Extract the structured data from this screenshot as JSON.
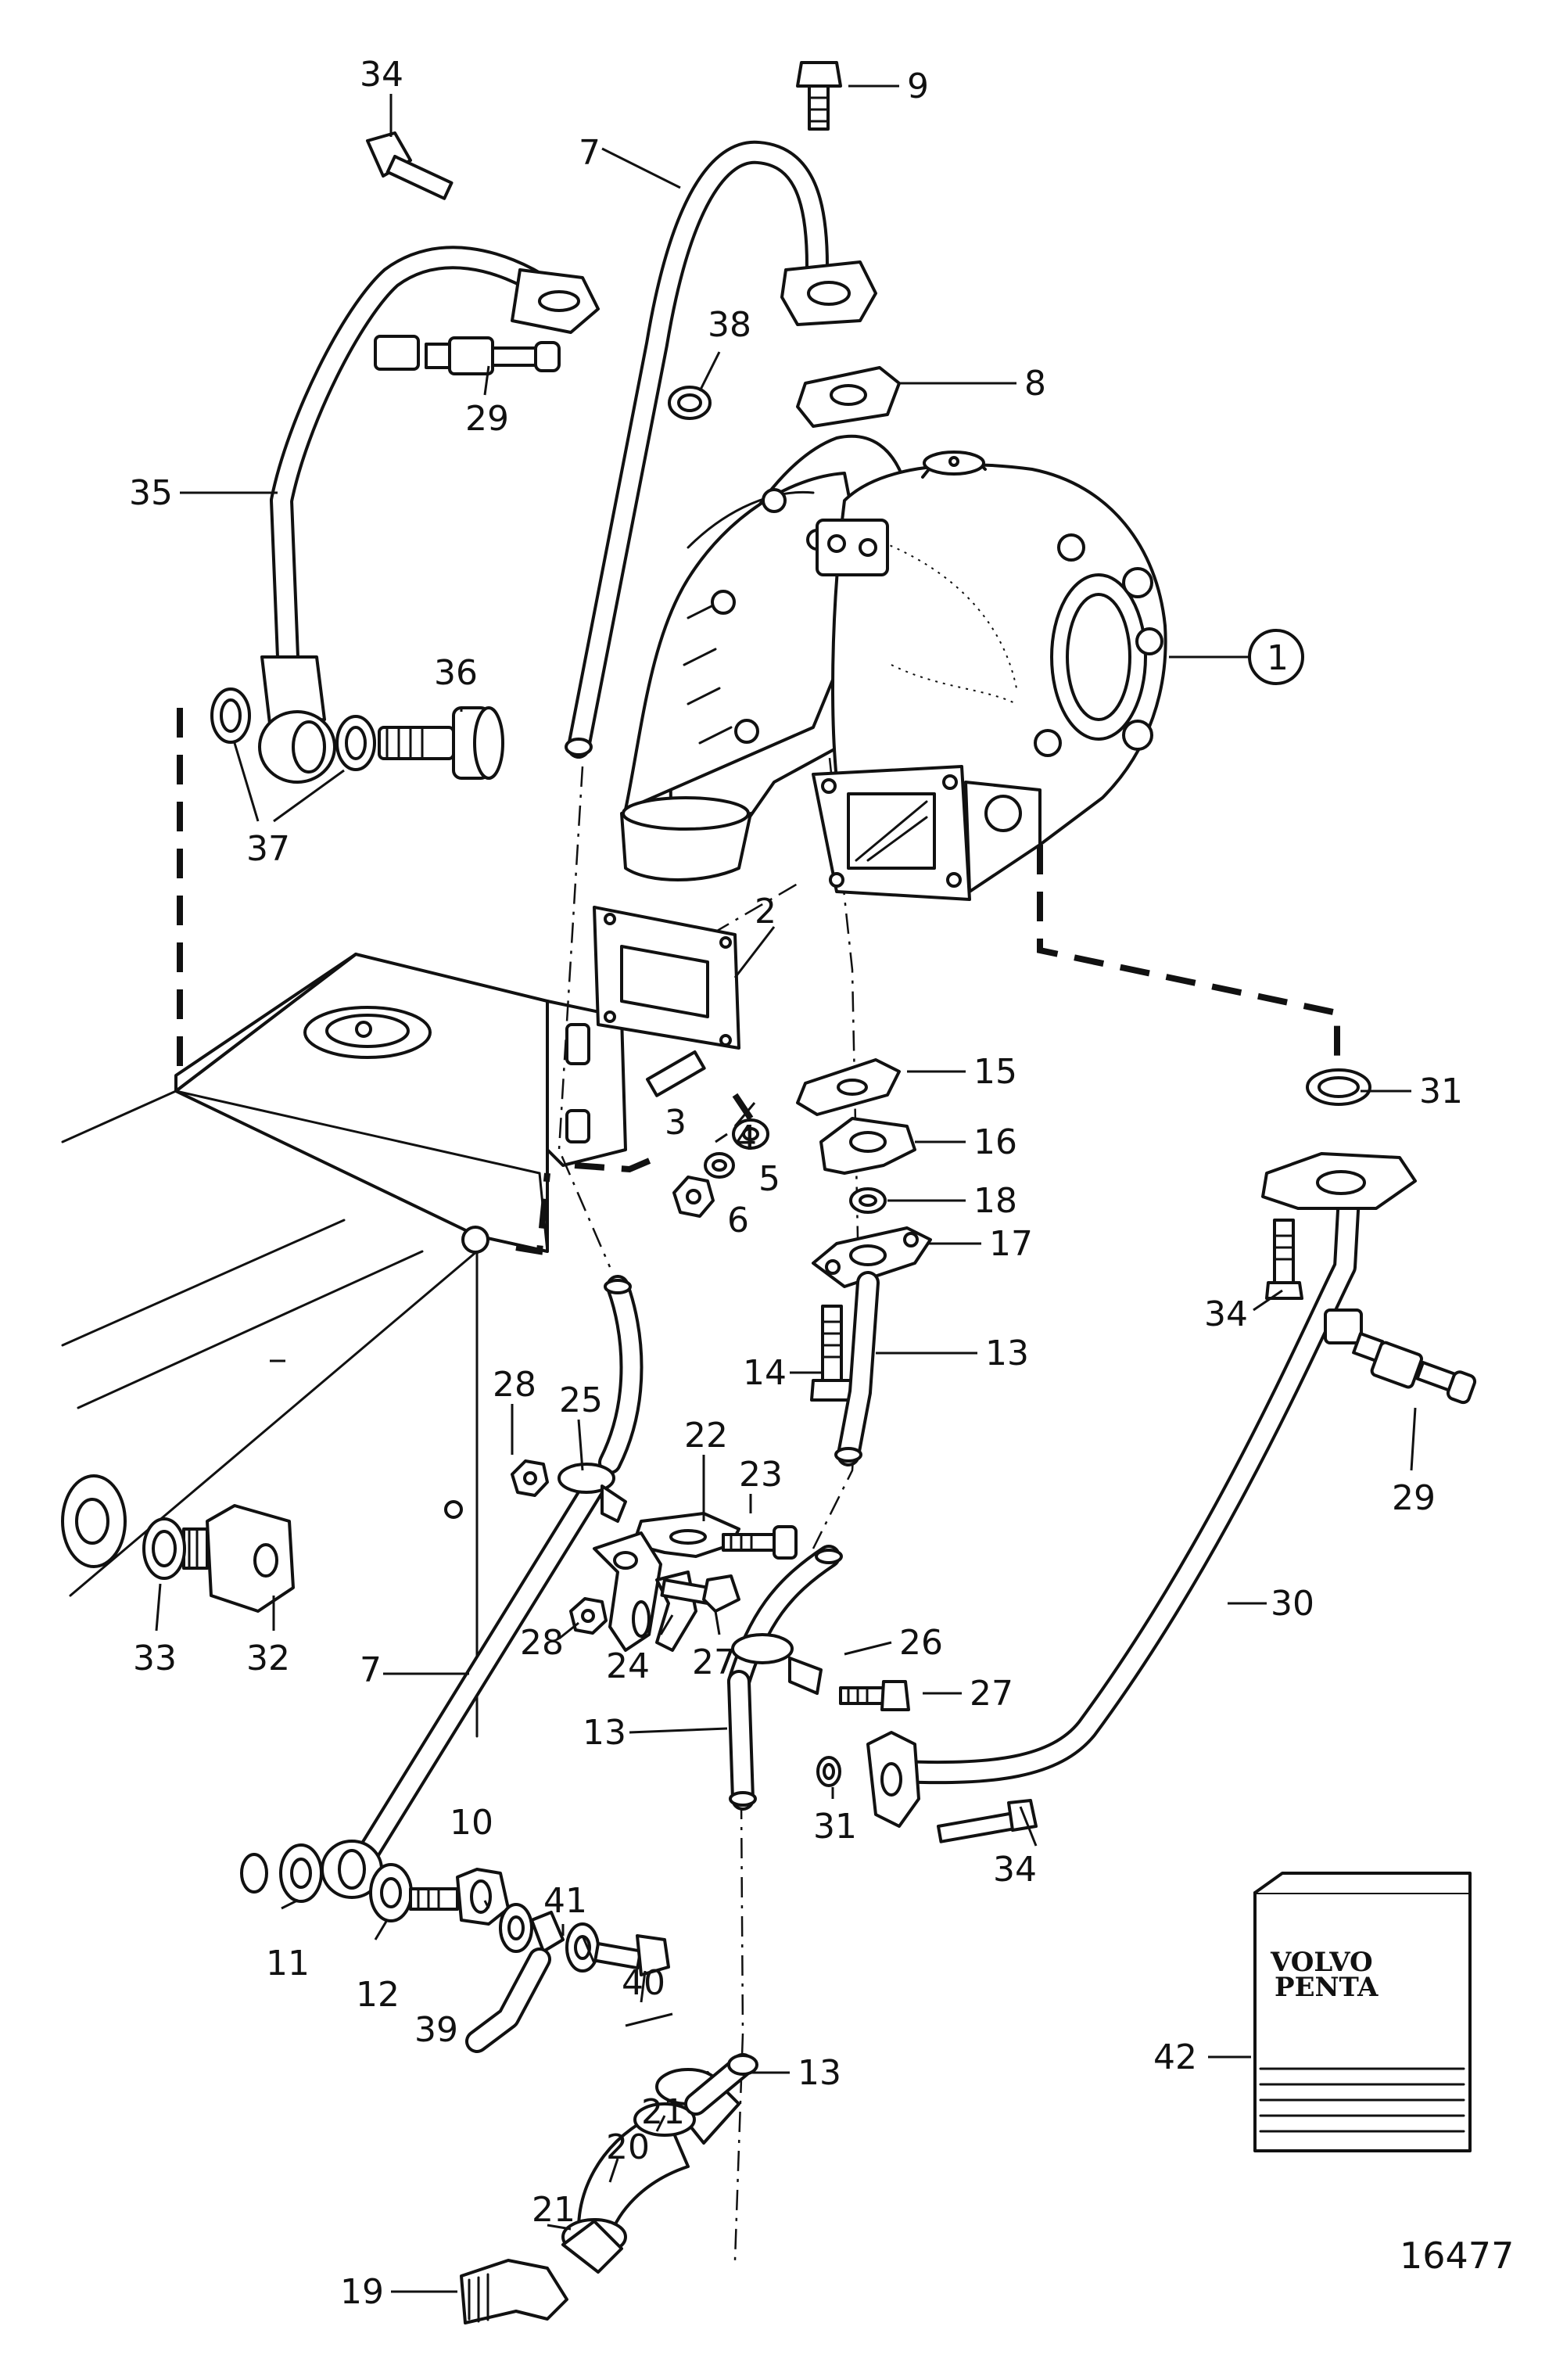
{
  "figure_number": "16477",
  "brand_book": {
    "line1": "VOLVO",
    "line2": "PENTA"
  },
  "callouts": {
    "c1": "1",
    "c2": "2",
    "c3": "3",
    "c4": "4",
    "c5": "5",
    "c6": "6",
    "c7a": "7",
    "c7b": "7",
    "c8": "8",
    "c9": "9",
    "c10": "10",
    "c11": "11",
    "c12": "12",
    "c13a": "13",
    "c13b": "13",
    "c13c": "13",
    "c14": "14",
    "c15": "15",
    "c16": "16",
    "c17": "17",
    "c18": "18",
    "c19": "19",
    "c20": "20",
    "c21a": "21",
    "c21b": "21",
    "c22": "22",
    "c23": "23",
    "c24": "24",
    "c25": "25",
    "c26": "26",
    "c27a": "27",
    "c27b": "27",
    "c28a": "28",
    "c28b": "28",
    "c29a": "29",
    "c29b": "29",
    "c30": "30",
    "c31a": "31",
    "c31b": "31",
    "c32": "32",
    "c33": "33",
    "c34a": "34",
    "c34b": "34",
    "c34c": "34",
    "c35": "35",
    "c36": "36",
    "c37": "37",
    "c38": "38",
    "c39": "39",
    "c40": "40",
    "c41": "41",
    "c42": "42"
  }
}
